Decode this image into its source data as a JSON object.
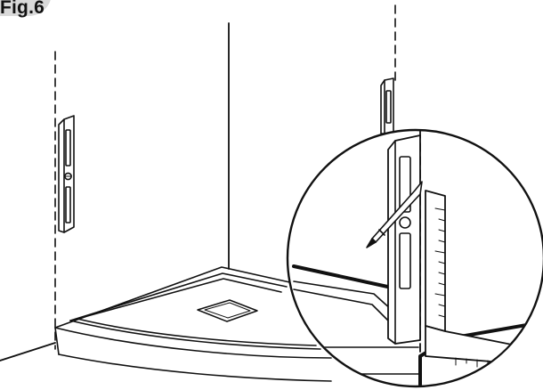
{
  "figure": {
    "label": "Fig.6"
  },
  "colors": {
    "line": "#111111",
    "badge": "#d9d9d9",
    "background": "#ffffff"
  },
  "parts": [
    "wall-corner",
    "shower-tray",
    "drain-cover",
    "spirit-level-left",
    "spirit-level-right",
    "magnifier-circle",
    "pencil",
    "measuring-ruler"
  ]
}
